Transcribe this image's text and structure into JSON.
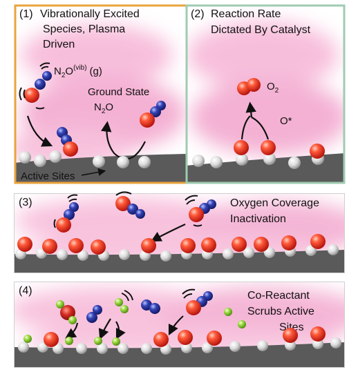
{
  "panels": {
    "p1": {
      "number": "(1)",
      "title_line1": "Vibrationally Excited",
      "title_line2": "Species, Plasma",
      "title_line3": "Driven",
      "border_color": "#e8a33c",
      "label_n2o_main": "N",
      "label_n2o_sub": "2",
      "label_n2o_o": "O",
      "label_n2o_sup": "(vib)",
      "label_n2o_phase": "(g)",
      "label_ground_line1": "Ground State",
      "label_ground_n": "N",
      "label_ground_sub": "2",
      "label_ground_o": "O",
      "label_active_sites": "Active Sites"
    },
    "p2": {
      "number": "(2)",
      "title_line1": "Reaction Rate",
      "title_line2": "Dictated By Catalyst",
      "border_color": "#9fcbb1",
      "label_o2_o": "O",
      "label_o2_sub": "2",
      "label_ostar": "O*"
    },
    "p3": {
      "number": "(3)",
      "title_line1": "Oxygen Coverage",
      "title_line2": "Inactivation"
    },
    "p4": {
      "number": "(4)",
      "title_line1": "Co-Reactant",
      "title_line2": "Scrubs Active",
      "title_line3": "Sites"
    }
  },
  "colors": {
    "oxygen": "#e8322b",
    "nitrogen": "#27309a",
    "site": "#d9d9d9",
    "coreactant": "#8fd13a",
    "surface": "#5a5a5a",
    "plasma": "#f3a9cf"
  }
}
